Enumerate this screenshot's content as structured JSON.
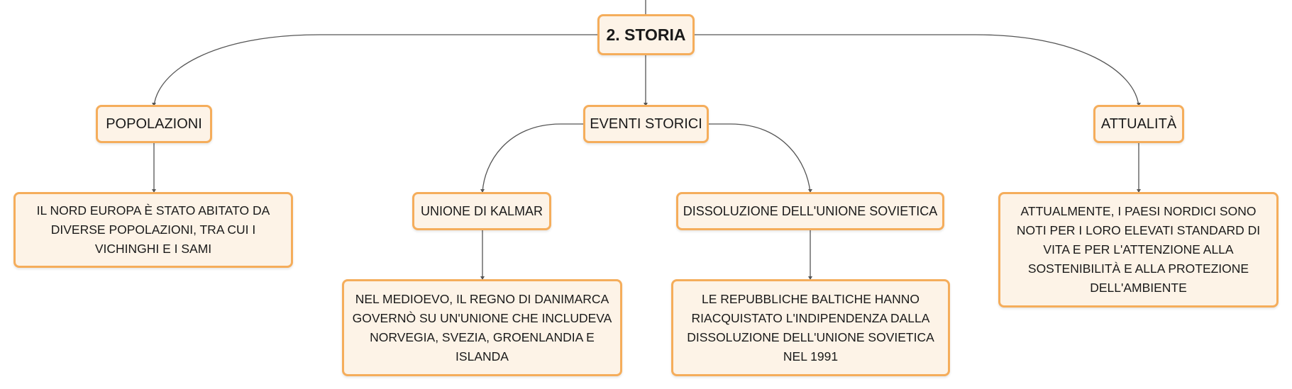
{
  "root": {
    "label": "2. STORIA"
  },
  "branches": {
    "popolazioni": "POPOLAZIONI",
    "eventi_storici": "EVENTI STORICI",
    "attualita": "ATTUALITÀ"
  },
  "sub_branches": {
    "unione_kalmar": "UNIONE DI KALMAR",
    "dissoluzione": "DISSOLUZIONE DELL'UNIONE SOVIETICA"
  },
  "leaves": {
    "popolazioni_text": "IL NORD EUROPA È STATO ABITATO DA DIVERSE POPOLAZIONI, TRA CUI I VICHINGHI E I SAMI",
    "kalmar_text": "NEL MEDIOEVO, IL REGNO DI DANIMARCA GOVERNÒ SU UN'UNIONE CHE INCLUDEVA NORVEGIA, SVEZIA, GROENLANDIA E ISLANDA",
    "dissoluzione_text": "LE REPUBBLICHE BALTICHE HANNO RIACQUISTATO L'INDIPENDENZA DALLA DISSOLUZIONE DELL'UNIONE SOVIETICA NEL 1991",
    "attualita_text": "ATTUALMENTE, I PAESI NORDICI SONO NOTI PER I LORO ELEVATI STANDARD DI VITA E PER L'ATTENZIONE ALLA SOSTENIBILITÀ E ALLA PROTEZIONE DELL'AMBIENTE"
  },
  "colors": {
    "node_fill": "#fdf3e7",
    "node_border": "#f5ad5b",
    "connector": "#555555"
  }
}
